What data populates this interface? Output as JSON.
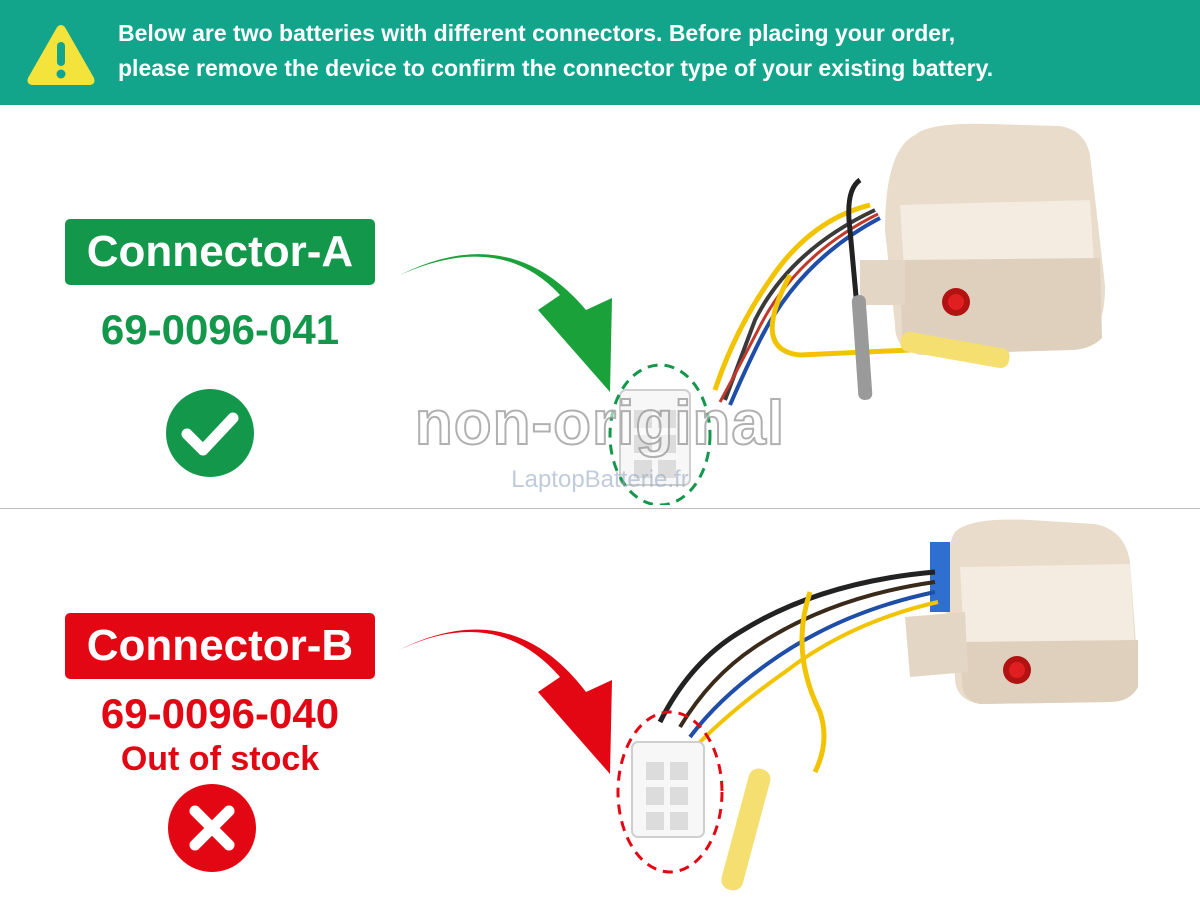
{
  "banner": {
    "icon": "warning-triangle-icon",
    "line1": "Below are two batteries with different connectors. Before placing your order,",
    "line2": "please remove the device to confirm the connector type of your existing battery.",
    "color": "#13a58c"
  },
  "connector_a": {
    "label": "Connector-A",
    "part_number": "69-0096-041",
    "status_icon": "check-circle-icon",
    "color": "#13974a"
  },
  "connector_b": {
    "label": "Connector-B",
    "part_number": "69-0096-040",
    "stock_status": "Out of stock",
    "status_icon": "x-circle-icon",
    "color": "#e30613"
  },
  "watermark": {
    "main": "non-original",
    "sub": "LaptopBatterie.fr"
  }
}
